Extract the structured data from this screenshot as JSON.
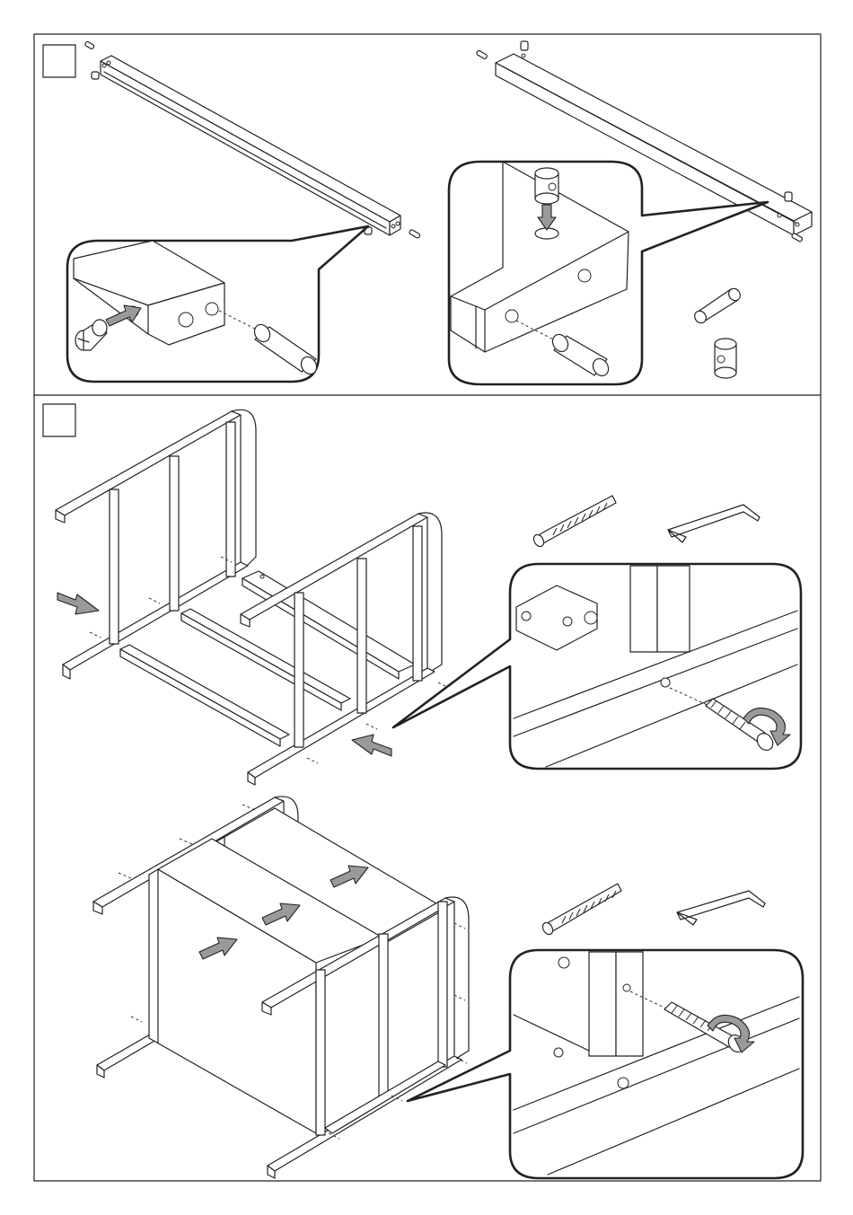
{
  "document": {
    "kind": "furniture assembly instructions page",
    "steps": [
      {
        "number": "",
        "parts": [
          "frame-rail",
          "wooden-dowel",
          "cam-nut"
        ]
      },
      {
        "number": "",
        "parts": [
          "connector-bolt",
          "allen-key",
          "side-frame",
          "panel"
        ]
      }
    ]
  },
  "colors": {
    "line": "#222222",
    "arrow": "#9a9a9a",
    "paper": "#ffffff"
  },
  "icons": [
    "step-number-box",
    "dowel-icon",
    "cam-nut-icon",
    "bolt-icon",
    "allen-key-icon",
    "push-arrow-icon",
    "rotate-arrow-icon"
  ]
}
